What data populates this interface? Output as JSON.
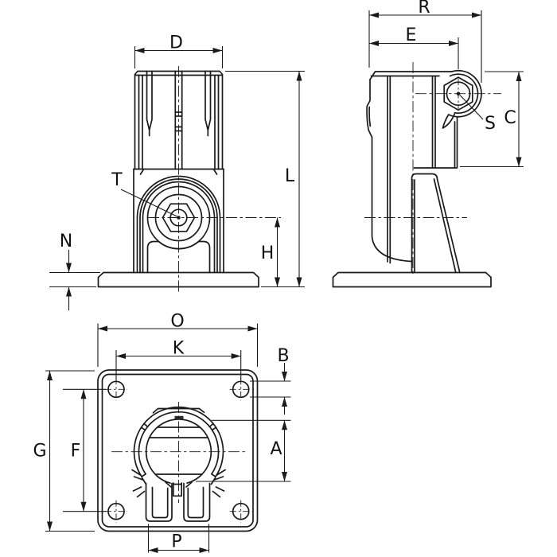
{
  "canvas": {
    "background": "#ffffff",
    "line_color": "#1a1a1a"
  },
  "labels": {
    "D": "D",
    "L": "L",
    "H": "H",
    "N": "N",
    "T": "T",
    "R": "R",
    "E": "E",
    "S": "S",
    "C": "C",
    "O": "O",
    "K": "K",
    "B": "B",
    "A": "A",
    "G": "G",
    "F": "F",
    "P": "P"
  }
}
